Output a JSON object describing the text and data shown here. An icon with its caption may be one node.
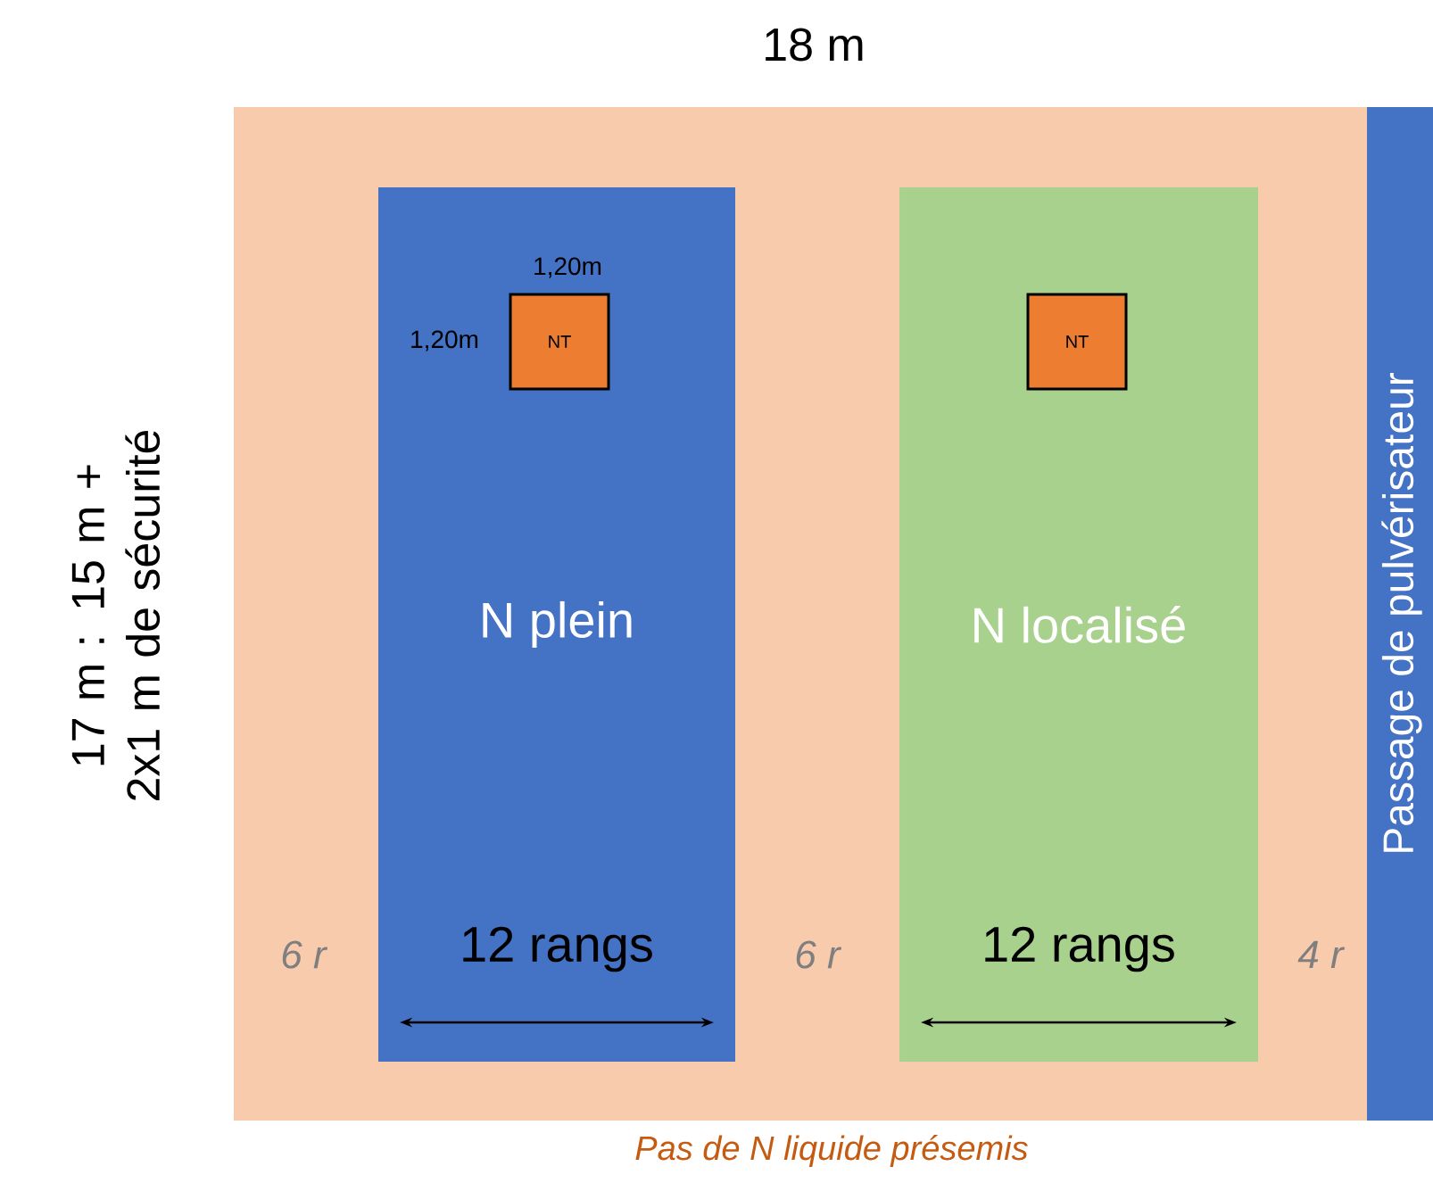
{
  "diagram": {
    "nodes": [
      {
        "text": [],
        "shape": "box"
      },
      {
        "text": [
          "N plein",
          "12 rangs"
        ],
        "in": 0
      },
      {
        "text": [
          "NT"
        ],
        "in": 1
      },
      {
        "text": [
          "N localisé",
          "12 rangs"
        ],
        "in": 0
      },
      {
        "text": [
          "NT"
        ],
        "in": 3
      },
      {
        "text": [
          "Passage de pulvérisateur"
        ]
      }
    ],
    "edges": [],
    "labels": [
      "18 m",
      "17 m : 15 m + 2x1 m de sécurité",
      "1,20m",
      "1,20m",
      "6 r",
      "6 r",
      "4 r",
      "Pas de N liquide présemis"
    ]
  }
}
